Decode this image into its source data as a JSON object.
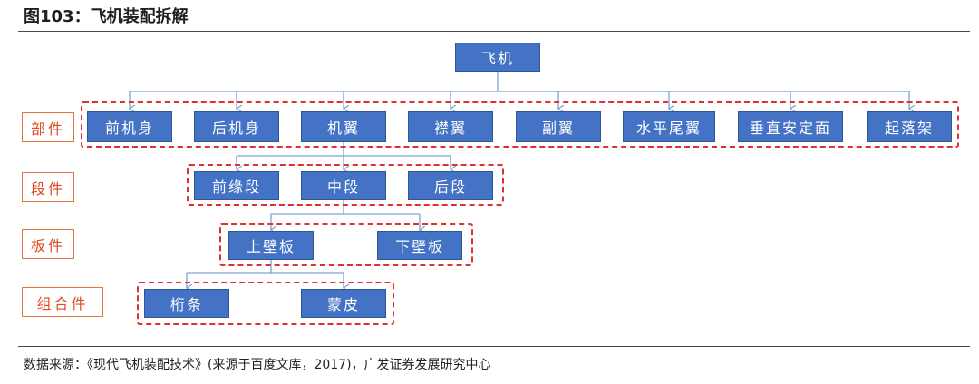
{
  "header": {
    "title": "图103：飞机装配拆解"
  },
  "footer": {
    "source": "数据来源：《现代飞机装配技术》(来源于百度文库，2017)，广发证券发展研究中心"
  },
  "diagram": {
    "root": "飞机",
    "levels": [
      {
        "label": "部件",
        "items": [
          "前机身",
          "后机身",
          "机翼",
          "襟翼",
          "副翼",
          "水平尾翼",
          "垂直安定面",
          "起落架"
        ]
      },
      {
        "label": "段件",
        "items": [
          "前缘段",
          "中段",
          "后段"
        ]
      },
      {
        "label": "板件",
        "items": [
          "上壁板",
          "下壁板"
        ]
      },
      {
        "label": "组合件",
        "items": [
          "桁条",
          "蒙皮"
        ]
      }
    ]
  }
}
